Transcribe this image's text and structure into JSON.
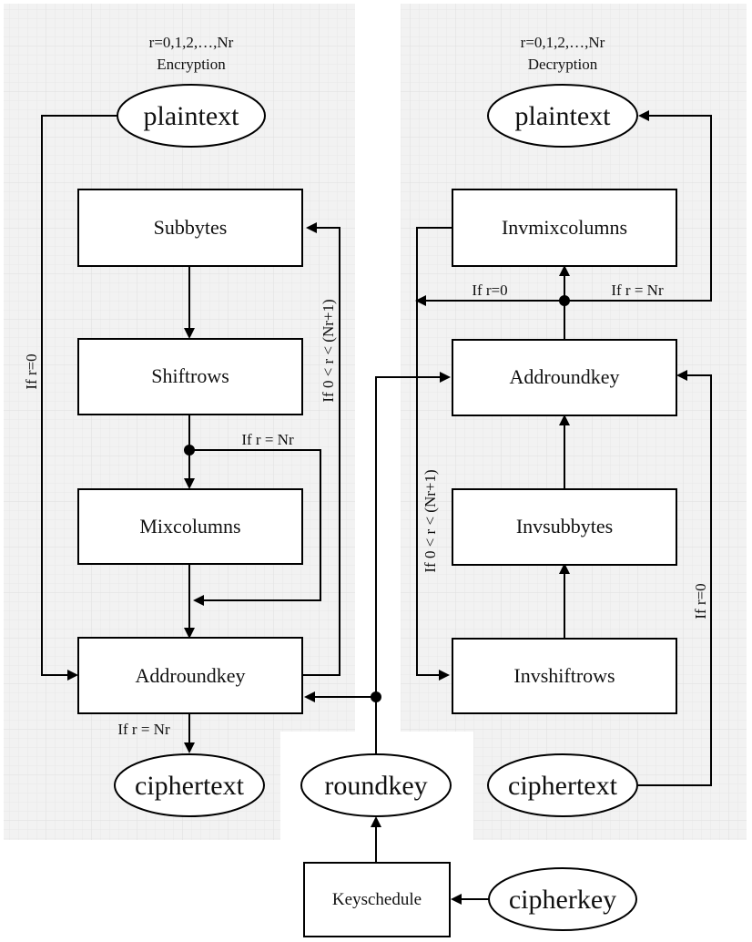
{
  "encryption": {
    "round_range": "r=0,1,2,…,Nr",
    "title": "Encryption",
    "plaintext": "plaintext",
    "subbytes": "Subbytes",
    "shiftrows": "Shiftrows",
    "mixcolumns": "Mixcolumns",
    "addroundkey": "Addroundkey",
    "ciphertext": "ciphertext",
    "label_if_r0": "If r=0",
    "label_if_r_nr": "If r = Nr",
    "label_if_loop": "If 0 < r < (Nr+1)",
    "label_if_r_nr_out": "If r = Nr"
  },
  "decryption": {
    "round_range": "r=0,1,2,…,Nr",
    "title": "Decryption",
    "plaintext": "plaintext",
    "invmixcolumns": "Invmixcolumns",
    "addroundkey": "Addroundkey",
    "invsubbytes": "Invsubbytes",
    "invshiftrows": "Invshiftrows",
    "ciphertext": "ciphertext",
    "label_if_r0_left": "If r=0",
    "label_if_r_nr": "If r = Nr",
    "label_if_loop": "If 0 < r < (Nr+1)",
    "label_if_r0_right": "If r=0"
  },
  "key": {
    "roundkey": "roundkey",
    "keyschedule": "Keyschedule",
    "cipherkey": "cipherkey"
  }
}
